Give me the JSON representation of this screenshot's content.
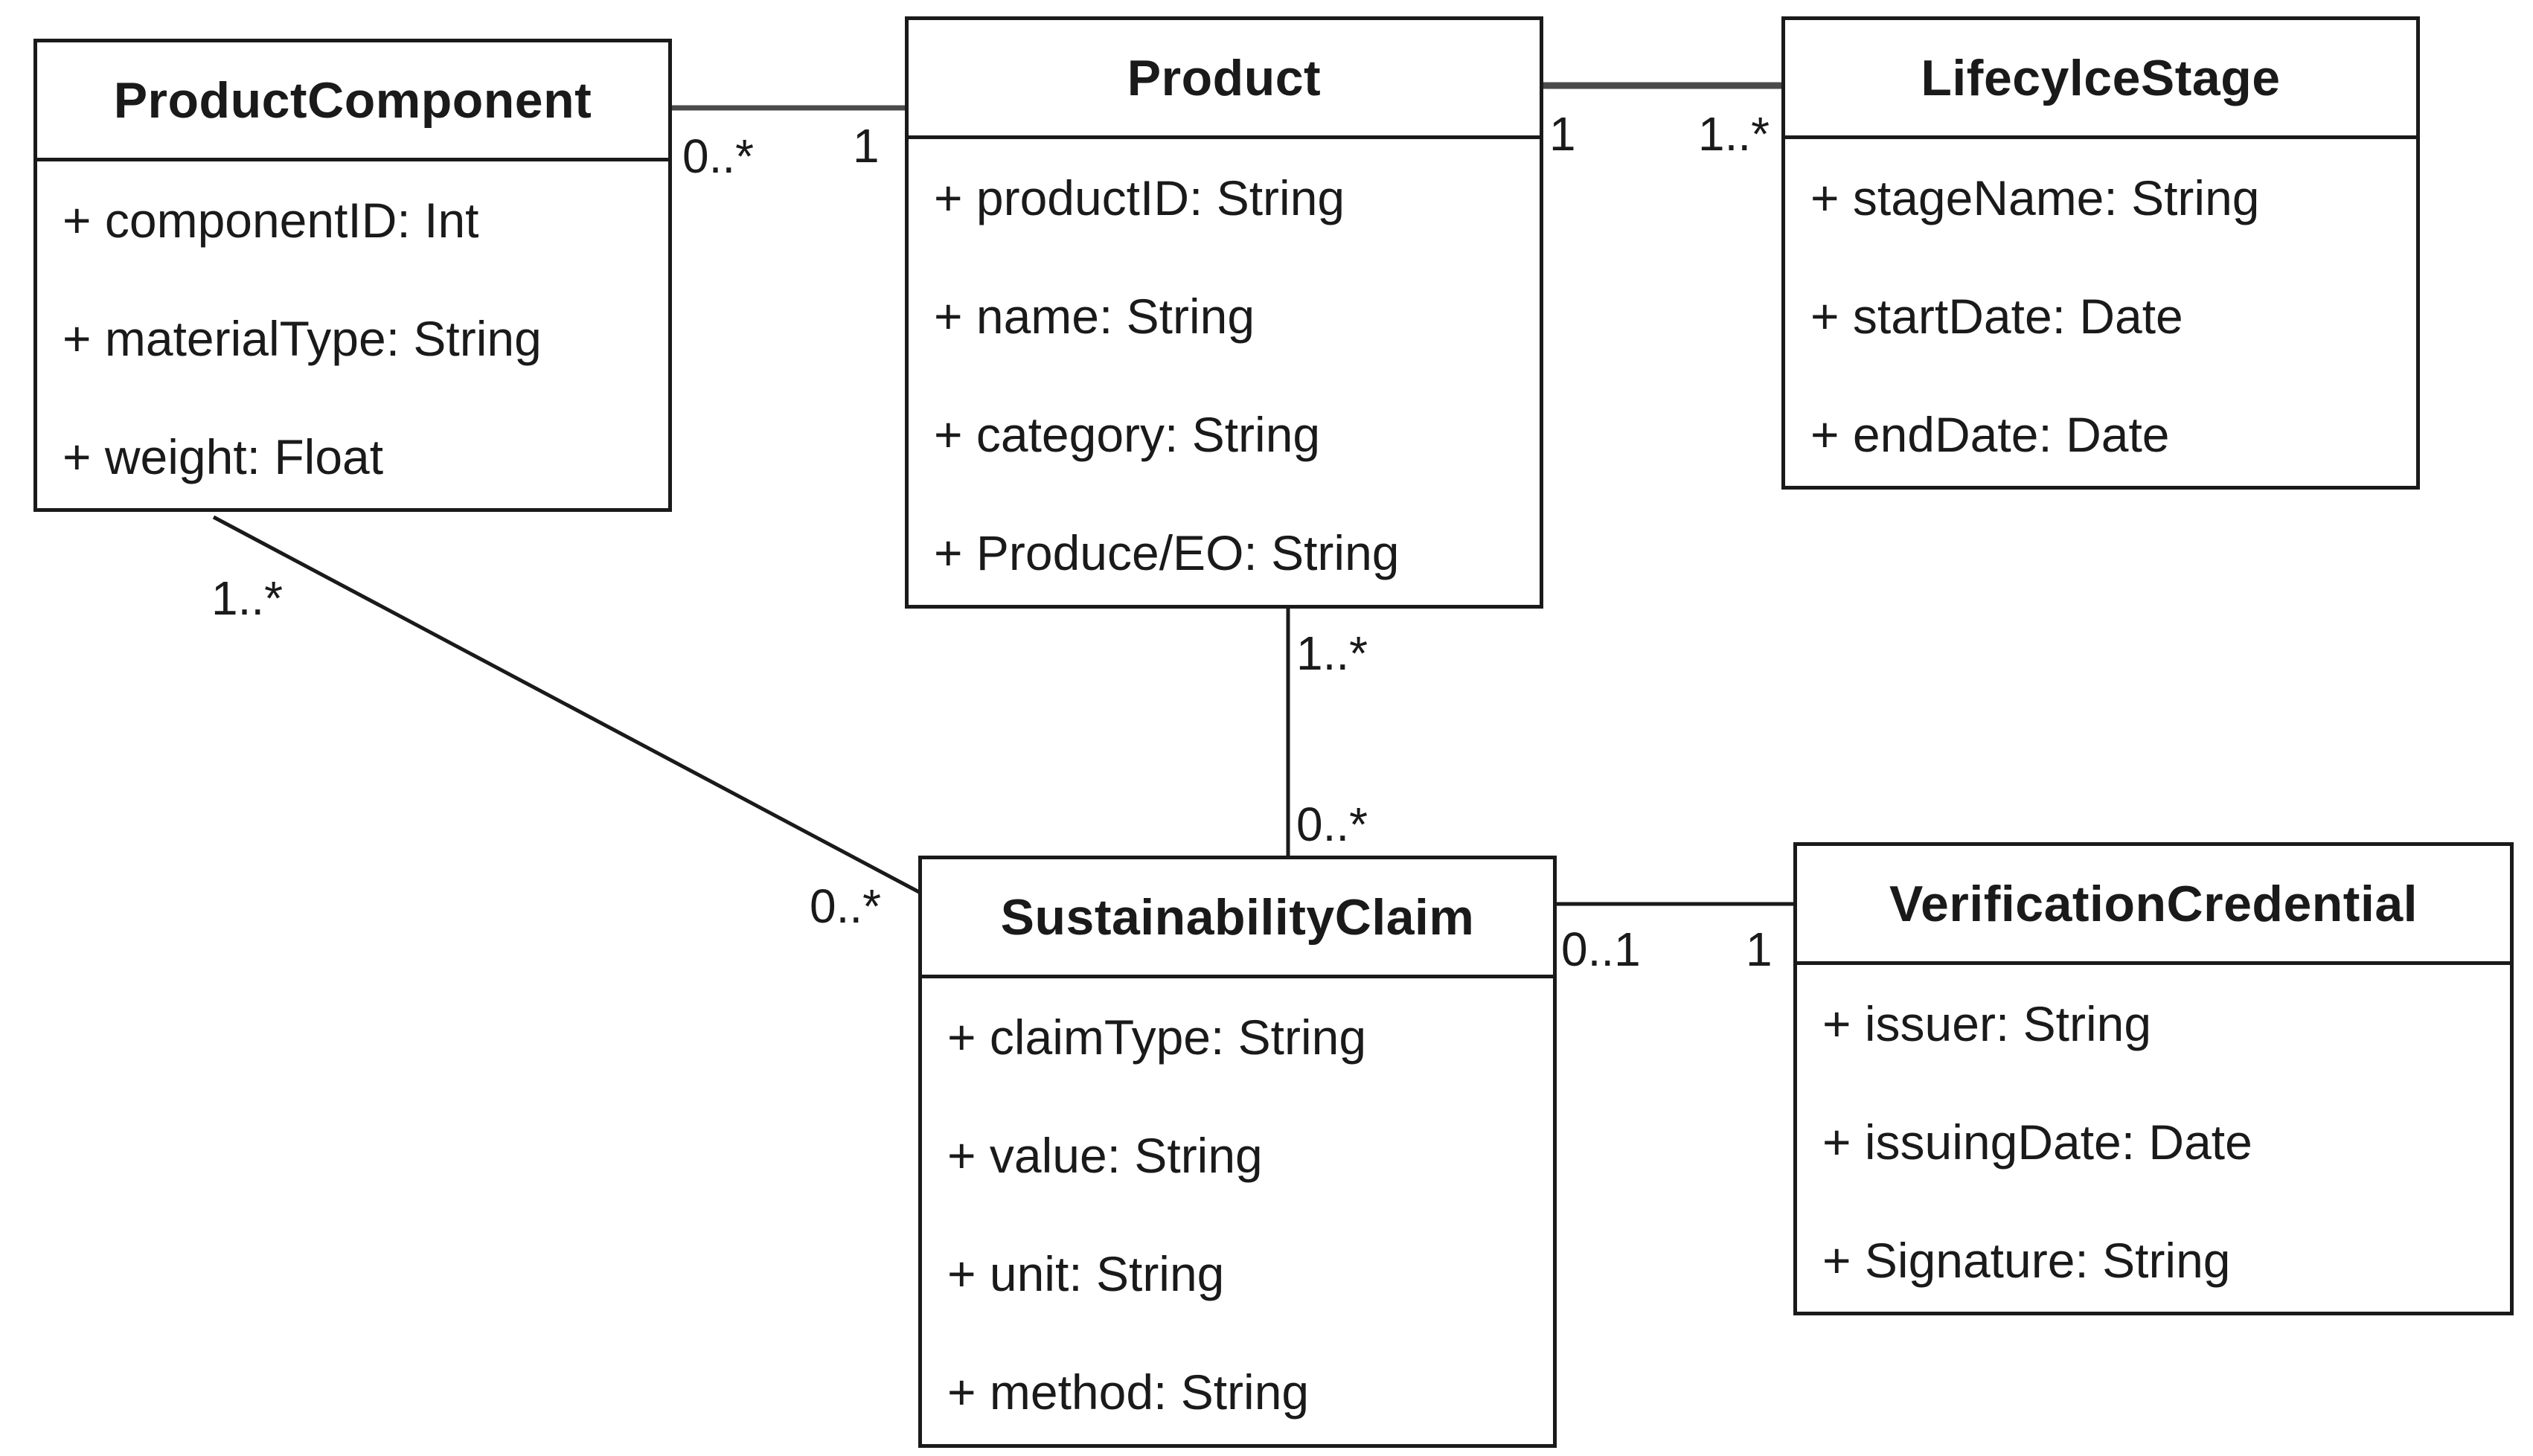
{
  "classes": {
    "product_component": {
      "name": "ProductComponent",
      "attributes": [
        "+ componentID: Int",
        "+ materialType: String",
        "+ weight: Float"
      ]
    },
    "product": {
      "name": "Product",
      "attributes": [
        "+ productID: String",
        "+ name: String",
        "+ category: String",
        "+ Produce/EO: String"
      ]
    },
    "lifecycle_stage": {
      "name": "LifecylceStage",
      "attributes": [
        "+ stageName: String",
        "+ startDate: Date",
        "+ endDate: Date"
      ]
    },
    "sustainability_claim": {
      "name": "SustainabilityClaim",
      "attributes": [
        "+ claimType: String",
        "+ value: String",
        "+ unit: String",
        "+ method: String"
      ]
    },
    "verification_credential": {
      "name": "VerificationCredential",
      "attributes": [
        "+ issuer: String",
        "+ issuingDate: Date",
        "+ Signature: String"
      ]
    }
  },
  "associations": {
    "component_product": {
      "component_end": "0..*",
      "product_end": "1"
    },
    "product_lifecycle": {
      "product_end": "1",
      "lifecycle_end": "1..*"
    },
    "product_claim": {
      "product_end": "1..*",
      "claim_end": "0..*"
    },
    "component_claim": {
      "component_end": "1..*",
      "claim_end": "0..*"
    },
    "claim_credential": {
      "claim_end": "0..1",
      "credential_end": "1"
    }
  }
}
